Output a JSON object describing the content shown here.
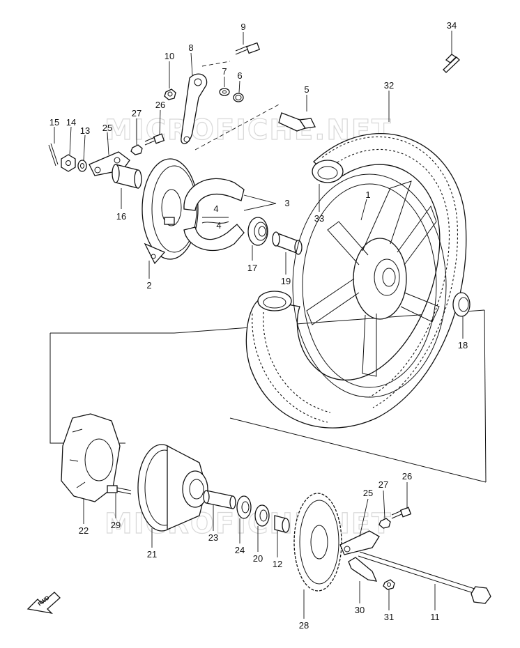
{
  "diagram": {
    "watermark_top": "MICROFICHE.NET",
    "watermark_bottom": "MICROFICHE.NET",
    "fwd_label": "FWD",
    "callouts": {
      "p1": "1",
      "p2": "2",
      "p3": "3",
      "p4a": "4",
      "p4b": "4",
      "p5": "5",
      "p6": "6",
      "p7": "7",
      "p8": "8",
      "p9": "9",
      "p10": "10",
      "p11": "11",
      "p12": "12",
      "p13": "13",
      "p14": "14",
      "p15": "15",
      "p16": "16",
      "p17": "17",
      "p18": "18",
      "p19": "19",
      "p20": "20",
      "p21": "21",
      "p22": "22",
      "p23": "23",
      "p24": "24",
      "p25a": "25",
      "p25b": "25",
      "p26a": "26",
      "p26b": "26",
      "p27a": "27",
      "p27b": "27",
      "p28": "28",
      "p29": "29",
      "p30": "30",
      "p31": "31",
      "p32": "32",
      "p33": "33",
      "p34": "34"
    }
  }
}
